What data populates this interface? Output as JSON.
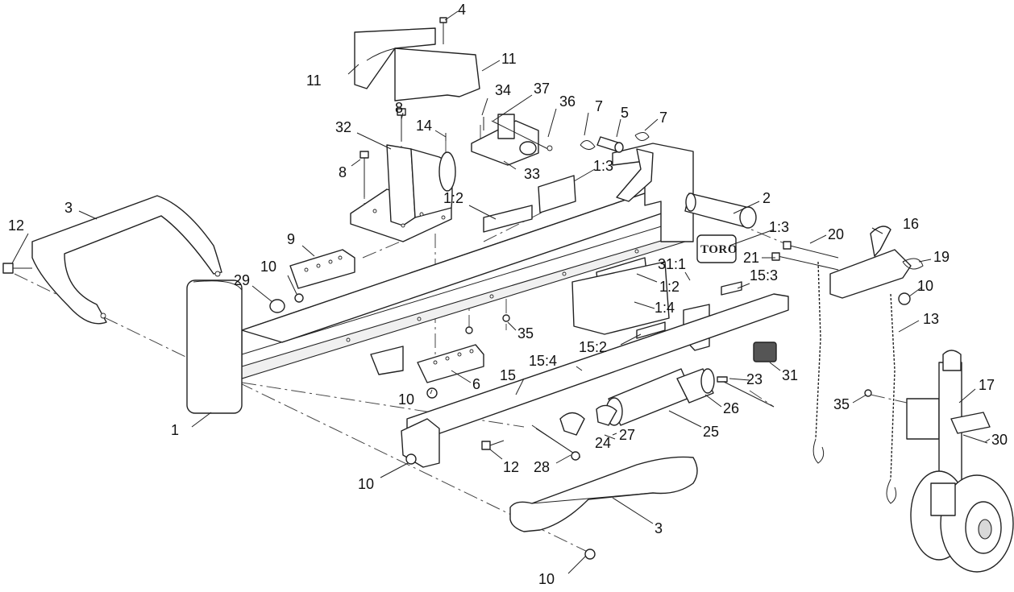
{
  "logo": {
    "text": "TORO"
  },
  "callouts": [
    {
      "id": "c1",
      "text": "1"
    },
    {
      "id": "c2",
      "text": "2"
    },
    {
      "id": "c3a",
      "text": "3"
    },
    {
      "id": "c3b",
      "text": "3"
    },
    {
      "id": "c4",
      "text": "4"
    },
    {
      "id": "c5",
      "text": "5"
    },
    {
      "id": "c6",
      "text": "6"
    },
    {
      "id": "c7a",
      "text": "7"
    },
    {
      "id": "c7b",
      "text": "7"
    },
    {
      "id": "c8a",
      "text": "8"
    },
    {
      "id": "c8b",
      "text": "8"
    },
    {
      "id": "c9",
      "text": "9"
    },
    {
      "id": "c10a",
      "text": "10"
    },
    {
      "id": "c10b",
      "text": "10"
    },
    {
      "id": "c10c",
      "text": "10"
    },
    {
      "id": "c10d",
      "text": "10"
    },
    {
      "id": "c10e",
      "text": "10"
    },
    {
      "id": "c11a",
      "text": "11"
    },
    {
      "id": "c11b",
      "text": "11"
    },
    {
      "id": "c12a",
      "text": "12"
    },
    {
      "id": "c12b",
      "text": "12"
    },
    {
      "id": "c13",
      "text": "13"
    },
    {
      "id": "c14",
      "text": "14"
    },
    {
      "id": "c15",
      "text": "15"
    },
    {
      "id": "c15_2",
      "text": "15:2"
    },
    {
      "id": "c15_3",
      "text": "15:3"
    },
    {
      "id": "c15_4",
      "text": "15:4"
    },
    {
      "id": "c16",
      "text": "16"
    },
    {
      "id": "c17",
      "text": "17"
    },
    {
      "id": "c19",
      "text": "19"
    },
    {
      "id": "c20",
      "text": "20"
    },
    {
      "id": "c21",
      "text": "21"
    },
    {
      "id": "c23",
      "text": "23"
    },
    {
      "id": "c24",
      "text": "24"
    },
    {
      "id": "c25",
      "text": "25"
    },
    {
      "id": "c26",
      "text": "26"
    },
    {
      "id": "c27",
      "text": "27"
    },
    {
      "id": "c28",
      "text": "28"
    },
    {
      "id": "c29",
      "text": "29"
    },
    {
      "id": "c30",
      "text": "30"
    },
    {
      "id": "c31",
      "text": "31"
    },
    {
      "id": "c31_1",
      "text": "31:1"
    },
    {
      "id": "c32",
      "text": "32"
    },
    {
      "id": "c33",
      "text": "33"
    },
    {
      "id": "c34",
      "text": "34"
    },
    {
      "id": "c35a",
      "text": "35"
    },
    {
      "id": "c35b",
      "text": "35"
    },
    {
      "id": "c36",
      "text": "36"
    },
    {
      "id": "c37",
      "text": "37"
    },
    {
      "id": "c1_2a",
      "text": "1:2"
    },
    {
      "id": "c1_2b",
      "text": "1:2"
    },
    {
      "id": "c1_3a",
      "text": "1:3"
    },
    {
      "id": "c1_3b",
      "text": "1:3"
    },
    {
      "id": "c1_4",
      "text": "1:4"
    }
  ]
}
